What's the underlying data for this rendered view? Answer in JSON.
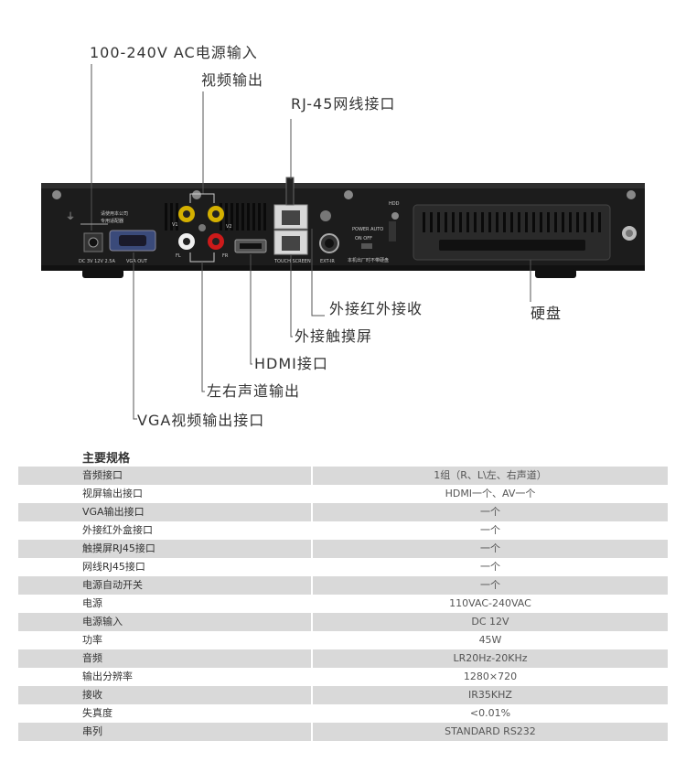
{
  "callouts": {
    "ac_power": "100-240V AC电源输入",
    "video_out": "视频输出",
    "rj45": "RJ-45网线接口",
    "ext_ir": "外接红外接收",
    "hdd": "硬盘",
    "touch": "外接触摸屏",
    "hdmi": "HDMI接口",
    "audio_lr": "左右声道输出",
    "vga": "VGA视频输出接口"
  },
  "panel_labels": {
    "dc": "DC 3V 12V 2.5A",
    "vga_out": "VGA OUT",
    "touch_screen": "TOUCH SCREEN",
    "ext_ir": "EXT-IR",
    "hdd": "HDD",
    "power_auto": "POWER AUTO",
    "on_off": "ON OFF",
    "v1": "V1",
    "v2": "V2",
    "fl": "FL",
    "fr": "FR",
    "warn1": "请使用本公司",
    "warn2": "专用适配器",
    "sticker": "本机出厂时不带硬盘"
  },
  "spec_title": "主要规格",
  "specs": [
    {
      "key": "音频接口",
      "value": "1组（R、L\\左、右声道）"
    },
    {
      "key": "视屏输出接口",
      "value": "HDMI一个、AV一个"
    },
    {
      "key": "VGA输出接口",
      "value": "一个"
    },
    {
      "key": "外接红外盒接口",
      "value": "一个"
    },
    {
      "key": "触摸屏RJ45接口",
      "value": "一个"
    },
    {
      "key": "网线RJ45接口",
      "value": "一个"
    },
    {
      "key": "电源自动开关",
      "value": "一个"
    },
    {
      "key": "电源",
      "value": "110VAC-240VAC"
    },
    {
      "key": "电源输入",
      "value": "DC 12V"
    },
    {
      "key": "功率",
      "value": "45W"
    },
    {
      "key": "音频",
      "value": "LR20Hz-20KHz"
    },
    {
      "key": "输出分辨率",
      "value": "1280×720"
    },
    {
      "key": "接收",
      "value": "IR35KHZ"
    },
    {
      "key": "失真度",
      "value": "<0.01%"
    },
    {
      "key": "串列",
      "value": "STANDARD RS232"
    }
  ]
}
